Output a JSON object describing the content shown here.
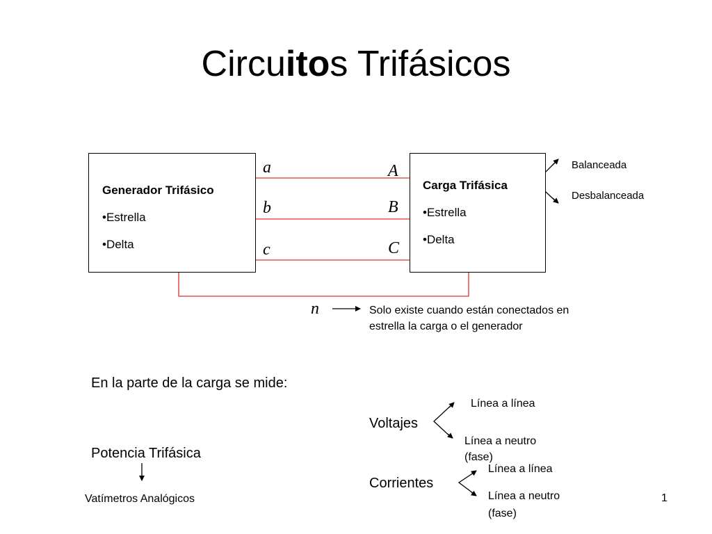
{
  "title": {
    "part1": "Circu",
    "part2": "ito",
    "part3": "s Trifásicos"
  },
  "generator": {
    "heading": "Generador Trifásico",
    "item1": "•Estrella",
    "item2": "•Delta"
  },
  "load": {
    "heading": "Carga Trifásica",
    "item1": "•Estrella",
    "item2": "•Delta"
  },
  "load_types": {
    "balanced": "Balanceada",
    "unbalanced": "Desbalanceada"
  },
  "line_labels": {
    "a": "a",
    "b": "b",
    "c": "c",
    "A": "A",
    "B": "B",
    "C": "C",
    "n": "n"
  },
  "neutral_note": {
    "line1": "Solo existe  cuando están conectados en",
    "line2": "estrella la carga o el generador"
  },
  "measure_heading": "En la parte de la carga se mide:",
  "voltages": {
    "label": "Voltajes",
    "line_line": "Línea a línea",
    "line_neutral_1": "Línea a neutro",
    "line_neutral_2": "(fase)"
  },
  "currents": {
    "label": "Corrientes",
    "line_line": "Línea a línea",
    "line_neutral_1": "Línea a neutro",
    "line_neutral_2": "(fase)"
  },
  "power": {
    "label": "Potencia Trifásica",
    "instrument": "Vatímetros Analógicos"
  },
  "page_number": "1",
  "colors": {
    "wire": "#e03030",
    "ink": "#000000"
  }
}
